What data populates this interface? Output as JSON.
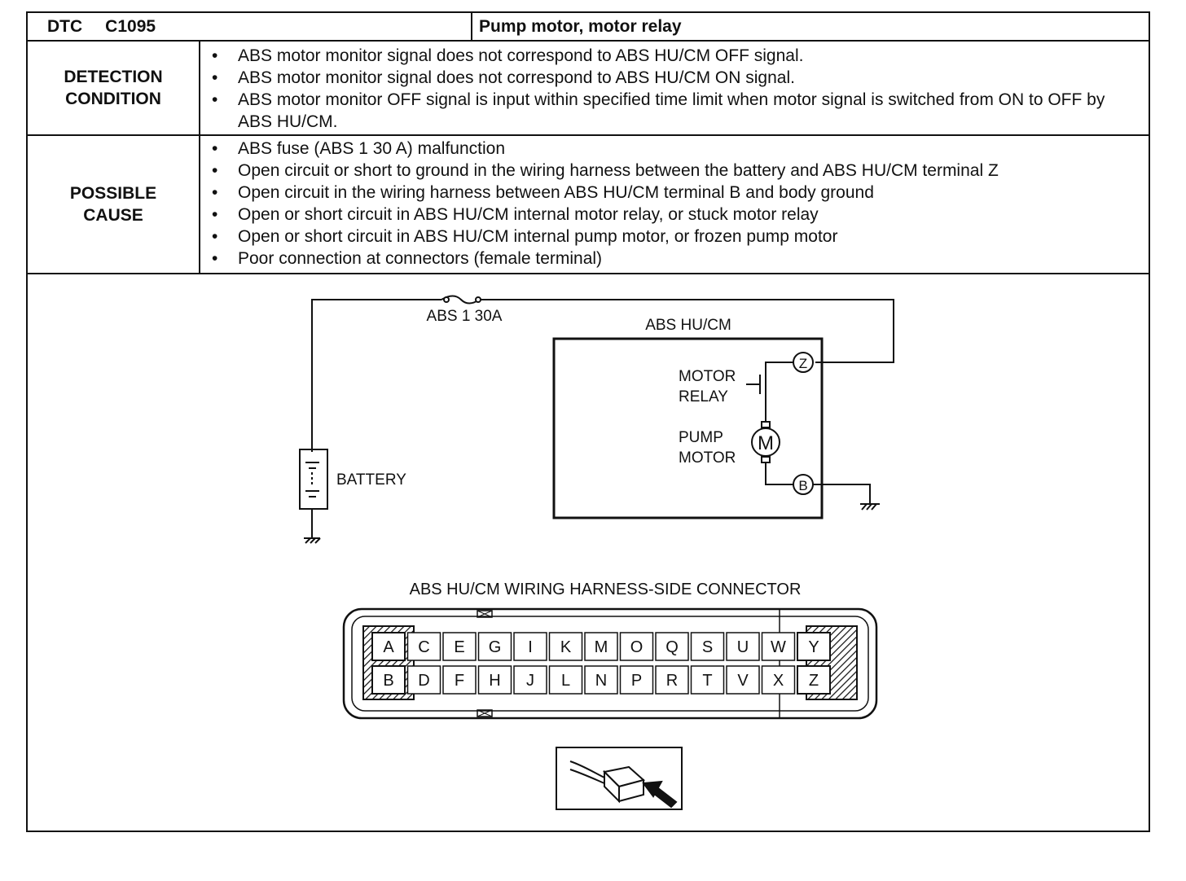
{
  "header": {
    "dtc_label": "DTC",
    "dtc_code": "C1095",
    "title": "Pump motor, motor relay"
  },
  "detection": {
    "label_line1": "DETECTION",
    "label_line2": "CONDITION",
    "items": [
      "ABS motor monitor signal does not correspond to ABS HU/CM OFF signal.",
      "ABS motor monitor signal does not correspond to ABS HU/CM ON signal.",
      "ABS motor monitor OFF signal is input within specified time limit when motor signal is switched from ON to OFF by ABS HU/CM."
    ]
  },
  "cause": {
    "label_line1": "POSSIBLE",
    "label_line2": "CAUSE",
    "items": [
      "ABS fuse (ABS 1 30 A) malfunction",
      "Open circuit or short to ground in the wiring harness between the battery and ABS HU/CM terminal Z",
      "Open circuit in the wiring harness between ABS HU/CM terminal B and body ground",
      "Open or short circuit in ABS HU/CM internal motor relay, or stuck motor relay",
      "Open or short circuit in ABS HU/CM internal pump motor, or frozen pump motor",
      "Poor connection at connectors (female terminal)"
    ]
  },
  "schematic": {
    "fuse_label": "ABS 1 30A",
    "module_label": "ABS  HU/CM",
    "relay_line1": "MOTOR",
    "relay_line2": "RELAY",
    "pump_line1": "PUMP",
    "pump_line2": "MOTOR",
    "motor_symbol": "M",
    "battery_label": "BATTERY",
    "terminal_z": "Z",
    "terminal_b": "B"
  },
  "connector": {
    "title": "ABS HU/CM WIRING HARNESS-SIDE CONNECTOR",
    "top_row": [
      "A",
      "C",
      "E",
      "G",
      "I",
      "K",
      "M",
      "O",
      "Q",
      "S",
      "U",
      "W",
      "Y"
    ],
    "bottom_row": [
      "B",
      "D",
      "F",
      "H",
      "J",
      "L",
      "N",
      "P",
      "R",
      "T",
      "V",
      "X",
      "Z"
    ]
  }
}
